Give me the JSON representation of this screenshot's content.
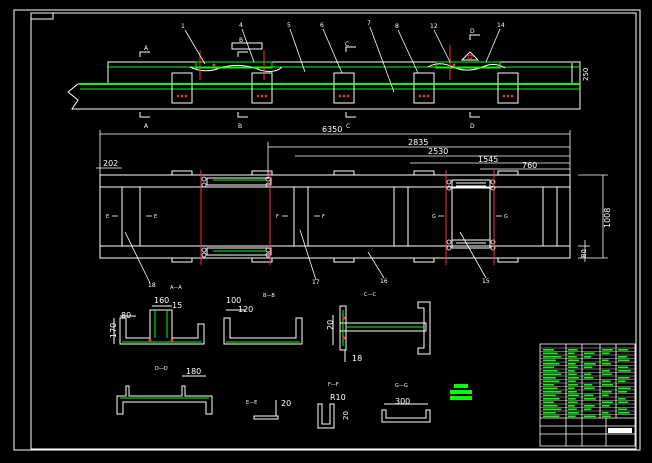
{
  "colors": {
    "background": "#000000",
    "frame": "#ffffff",
    "part": "#00ff00",
    "centerline": "#ff3030",
    "dimension": "#ffffff"
  },
  "dims": {
    "total": "6350",
    "d2835": "2835",
    "d2530": "2530",
    "d1545": "1545",
    "d760": "760",
    "d202": "202",
    "d1008": "1008",
    "d80": "80",
    "d250": "250",
    "aa_80": "80",
    "aa_160": "160",
    "aa_15": "15",
    "aa_170": "170",
    "bb_100": "100",
    "bb_120": "120",
    "cc_20": "20",
    "cc_18": "18",
    "dd_180": "180",
    "ee_20": "20",
    "ff_r10": "R10",
    "ff_20": "20",
    "gg_300": "300"
  },
  "leaders": {
    "l1": "1",
    "l4": "4",
    "l5": "5",
    "l6": "6",
    "l7": "7",
    "l8": "8",
    "l12": "12",
    "l14": "14",
    "l16": "16",
    "l17": "17",
    "l15": "15",
    "l18": "18"
  },
  "sections": {
    "a": "A",
    "b": "B",
    "c": "C",
    "d": "D",
    "e": "E",
    "f": "F",
    "g": "G",
    "aa": "A—A",
    "bb": "B—B",
    "cc": "C—C",
    "dd": "D—D",
    "ee": "E—E",
    "ff": "F—F",
    "gg": "G—G"
  }
}
